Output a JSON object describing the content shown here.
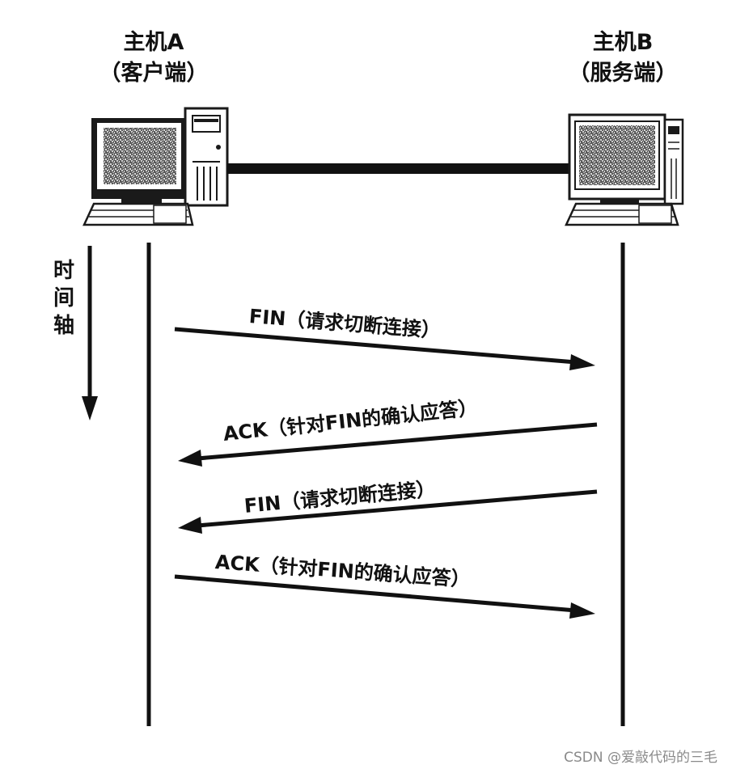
{
  "hosts": {
    "a": {
      "name": "主机A",
      "role": "（客户端）"
    },
    "b": {
      "name": "主机B",
      "role": "（服务端）"
    }
  },
  "time_axis": [
    "时",
    "间",
    "轴"
  ],
  "messages": [
    {
      "label": "FIN（请求切断连接）",
      "direction": "A-to-B"
    },
    {
      "label": "ACK（针对FIN的确认应答）",
      "direction": "B-to-A"
    },
    {
      "label": "FIN（请求切断连接）",
      "direction": "B-to-A"
    },
    {
      "label": "ACK（针对FIN的确认应答）",
      "direction": "A-to-B"
    }
  ],
  "watermark": "CSDN @爱敲代码的三毛"
}
